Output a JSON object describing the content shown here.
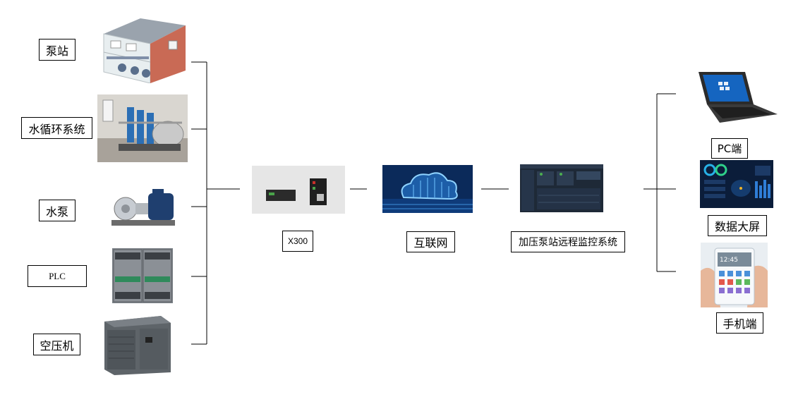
{
  "sources": [
    {
      "label": "泵站",
      "icon": "pump-station-building-icon"
    },
    {
      "label": "水循环系统",
      "icon": "water-circulation-system-icon"
    },
    {
      "label": "水泵",
      "icon": "water-pump-icon"
    },
    {
      "label": "PLC",
      "icon": "plc-module-icon"
    },
    {
      "label": "空压机",
      "icon": "air-compressor-icon"
    }
  ],
  "gateway": {
    "label": "X300",
    "icon": "gateway-device-icon"
  },
  "network": {
    "label": "互联网",
    "icon": "cloud-network-icon"
  },
  "system": {
    "label": "加压泵站远程监控系统",
    "icon": "monitoring-dashboard-icon"
  },
  "clients": [
    {
      "label": "PC端",
      "icon": "laptop-icon"
    },
    {
      "label": "数据大屏",
      "icon": "data-screen-icon"
    },
    {
      "label": "手机端",
      "icon": "mobile-phone-icon"
    }
  ],
  "screen_text": {
    "phone_time": "12:45"
  }
}
